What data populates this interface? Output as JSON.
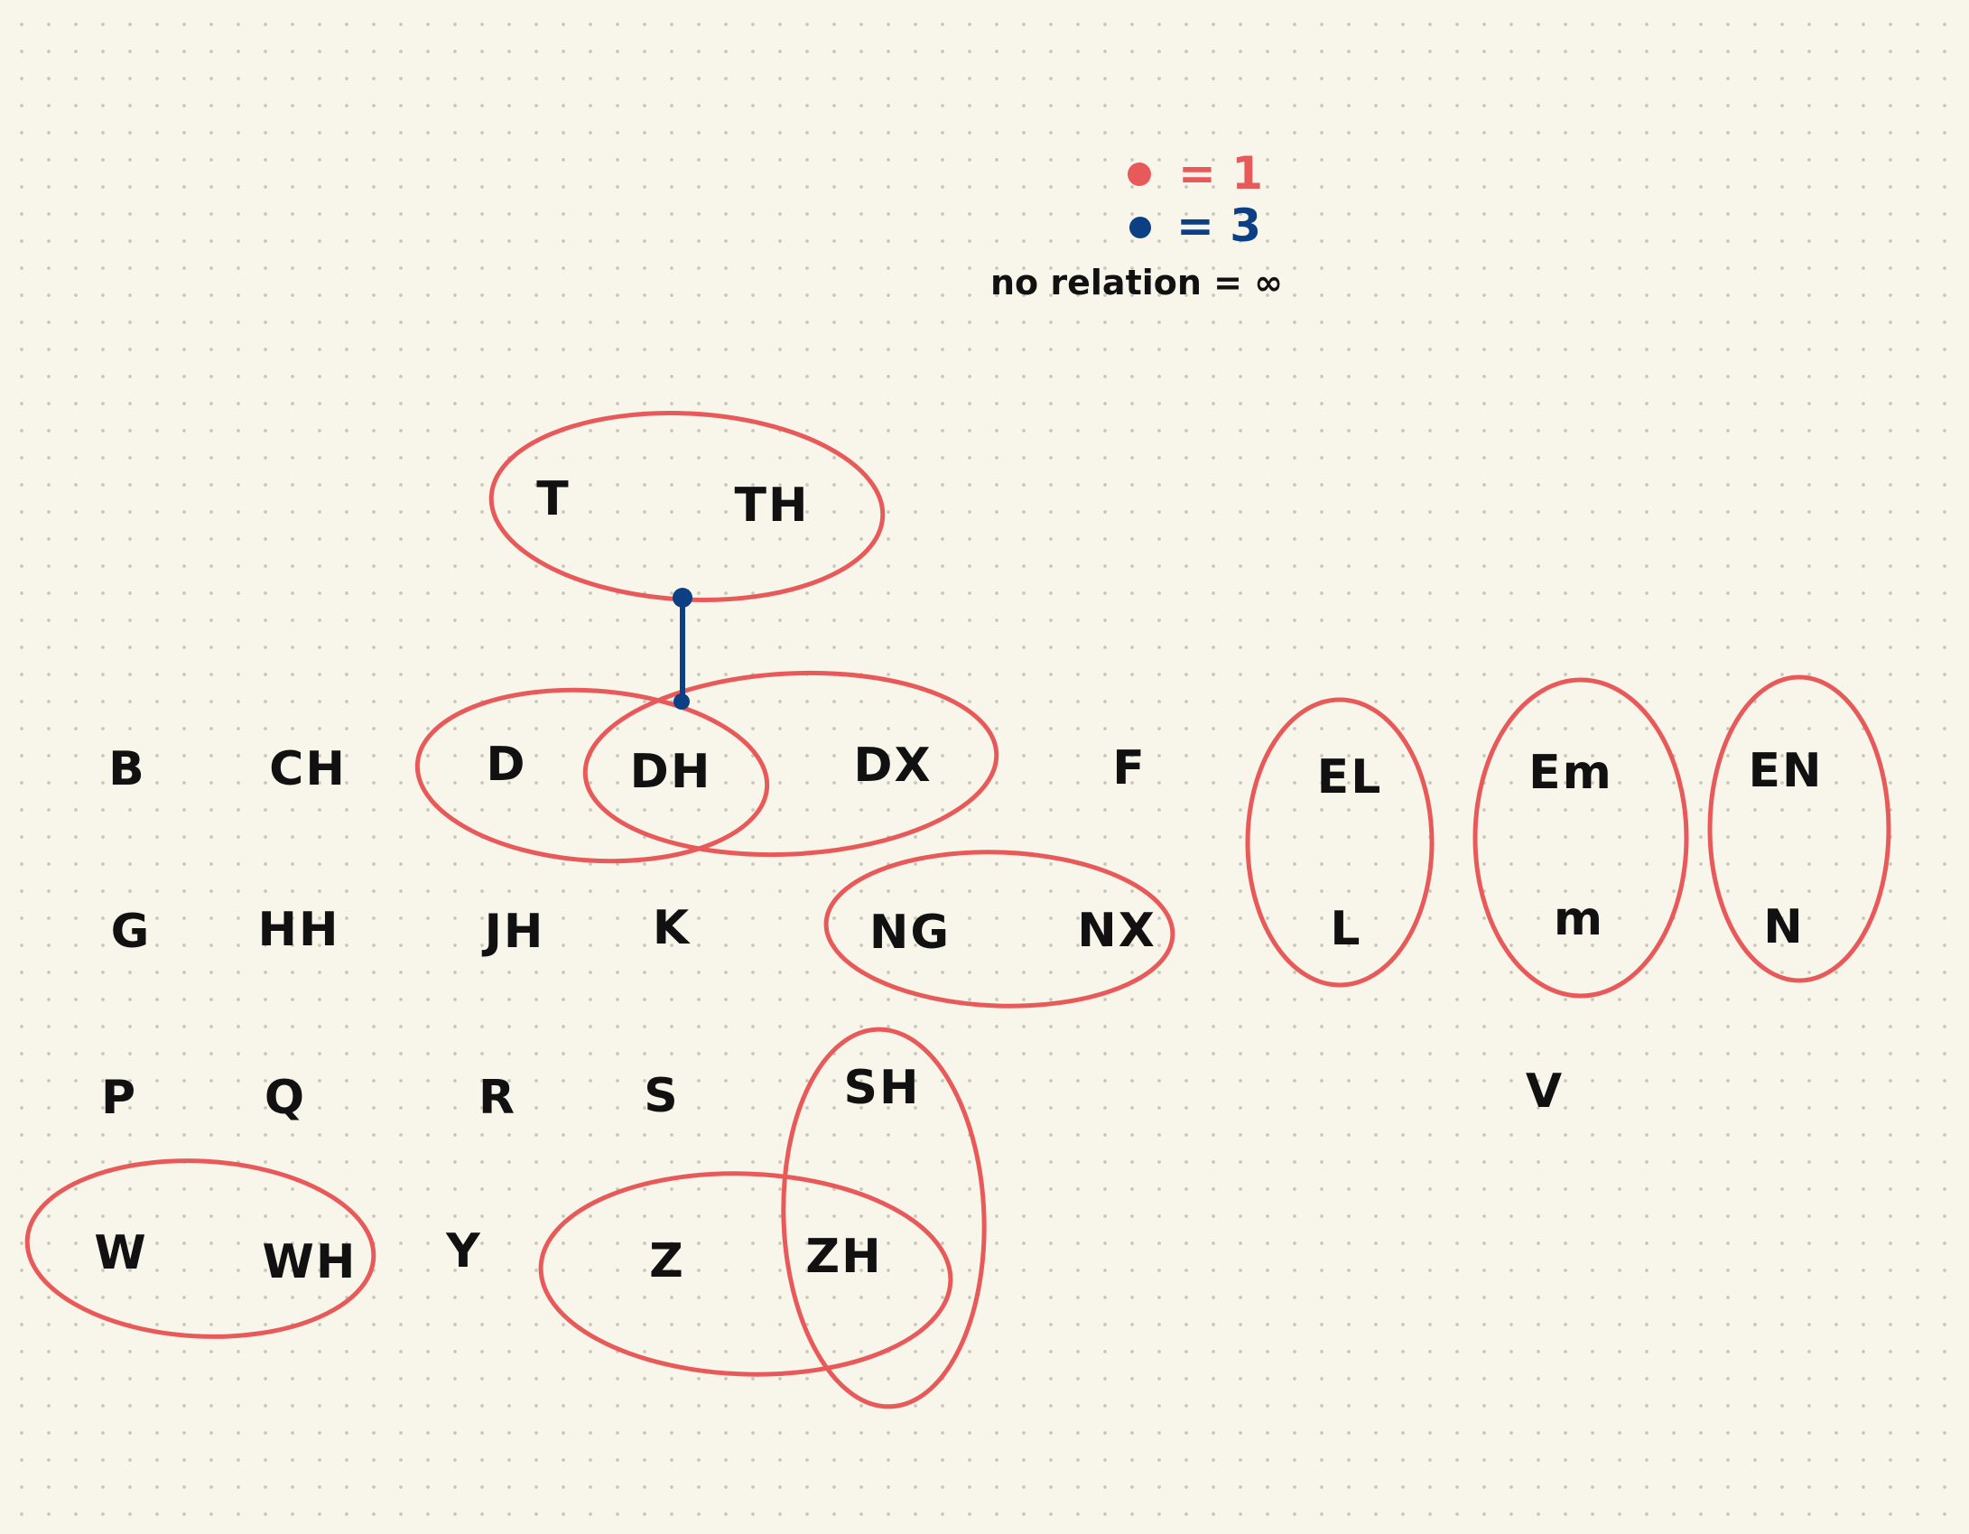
{
  "colors": {
    "background": "#f8f5ea",
    "red": "#e85a5a",
    "blue": "#0d3f84",
    "ink": "#111111"
  },
  "legend": {
    "red_value": "= 1",
    "blue_value": "= 3",
    "no_relation": "no relation = ∞"
  },
  "nodes": {
    "T": "T",
    "TH": "TH",
    "B": "B",
    "CH": "CH",
    "D": "D",
    "DH": "DH",
    "DX": "DX",
    "F": "F",
    "EL": "EL",
    "EM": "Em",
    "EN": "EN",
    "G": "G",
    "HH": "HH",
    "JH": "JH",
    "K": "K",
    "NG": "NG",
    "NX": "NX",
    "L": "L",
    "M": "m",
    "N": "N",
    "P": "P",
    "Q": "Q",
    "R": "R",
    "S": "S",
    "SH": "SH",
    "V": "V",
    "W": "W",
    "WH": "WH",
    "Y": "Y",
    "Z": "Z",
    "ZH": "ZH"
  },
  "relations_cost_1": [
    [
      "T",
      "TH"
    ],
    [
      "D",
      "DH"
    ],
    [
      "DH",
      "DX"
    ],
    [
      "NG",
      "NX"
    ],
    [
      "EL",
      "L"
    ],
    [
      "Em",
      "m"
    ],
    [
      "EN",
      "N"
    ],
    [
      "SH",
      "ZH"
    ],
    [
      "Z",
      "ZH"
    ],
    [
      "W",
      "WH"
    ]
  ],
  "relations_cost_3": [
    [
      "T/TH",
      "DH/DX"
    ]
  ]
}
